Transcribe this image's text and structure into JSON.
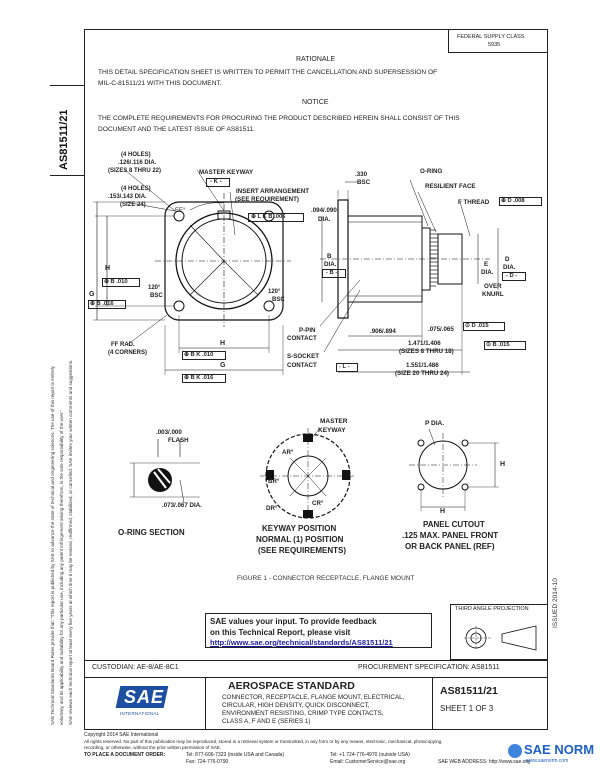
{
  "header": {
    "fed_class": "FEDERAL SUPPLY CLASS",
    "fed_class_num": "5935",
    "doc_id": "AS81511/21"
  },
  "rationale": {
    "title": "RATIONALE",
    "body": [
      "THIS DETAIL SPECIFICATION SHEET IS WRITTEN TO PERMIT THE CANCELLATION AND SUPERSESSION OF",
      "MIL-C-81511/21 WITH THIS DOCUMENT."
    ]
  },
  "notice": {
    "title": "NOTICE",
    "body": [
      "THE COMPLETE REQUIREMENTS FOR PROCURING THE PRODUCT DESCRIBED HEREIN SHALL CONSIST OF THIS",
      "DOCUMENT AND THE LATEST ISSUE OF AS81511."
    ]
  },
  "side_notes": {
    "left": [
      "SAE Technical Standards Board Rules provide that: \"This report is published by SAE to advance the state of technical and engineering sciences. The use of this report is entirely",
      "voluntary, and its applicability and suitability for any particular use, including any patent infringement arising therefrom, is the sole responsibility of the user.\"",
      "SAE reviews each technical report at least every five years at which time it may be revised, reaffirmed, stabilized, or cancelled. SAE invites your written comments and suggestions."
    ],
    "issued": "ISSUED 2014-10"
  },
  "drawing": {
    "main": {
      "holes_small": "(4 HOLES)",
      "holes_small_dia": ".126/.116 DIA.",
      "holes_small_sizes": "(SIZES 8 THRU 22)",
      "holes_large": "(4 HOLES)",
      "holes_large_dia": ".153/.143 DIA.",
      "holes_large_size": "(SIZE 24)",
      "master_keyway": "MASTER KEYWAY",
      "k_box": "- K -",
      "insert_arr": "INSERT ARRANGEMENT",
      "see_req": "(SEE REQUIREMENT)",
      "ee": "EE°",
      "tol_k": "⊕ L K B .006",
      "h": "H",
      "tol_b": "⊕ B .010",
      "g": "G",
      "tol_gb": "⊕ B .016",
      "angle_left": "120°",
      "bsc_left": "BSC",
      "angle_right": "120°",
      "bsc_right": "BSC",
      "ff_rad": "FF RAD.",
      "four_corners": "(4 CORNERS)",
      "h_bottom": "H",
      "tol_hbottom": "⊕ B K .010",
      "g_bottom": "G",
      "tol_gbottom": "⊕ B K .016"
    },
    "side": {
      "dim_330": ".330",
      "bsc": "BSC",
      "dim_094": ".094/.090",
      "dia": "DIA.",
      "o_ring": "O-RING",
      "resilient": "RESILIENT FACE",
      "f_thread": "F THREAD",
      "tol_f": "⊕ D .008",
      "b_dia": "B",
      "b_dia2": "DIA.",
      "b_box": "- B -",
      "e_dia": "E",
      "e_dia2": "DIA.",
      "d_dia": "D",
      "d_dia2": "DIA.",
      "d_box": "- D -",
      "over_knurl": "OVER",
      "knurl": "KNURL",
      "p_pin": "P-PIN",
      "contact1": "CONTACT",
      "s_socket": "S-SOCKET",
      "contact2": "CONTACT",
      "l_box": "- L -",
      "dim_906": ".906/.894",
      "dim_075": ".075/.065",
      "tol_d015": "⊙ D .015",
      "tol_b015": "⊙ B .015",
      "dim_1471": "1.471/1.406",
      "sizes_8_18": "(SIZES 8 THRU 18)",
      "dim_1551": "1.551/1.486",
      "size_20_24": "(SIZE 20 THRU 24)"
    },
    "oring": {
      "dim_003": ".003/.000",
      "flash": "FLASH",
      "dim_073": ".073/.067 DIA.",
      "title": "O-RING SECTION"
    },
    "keyway": {
      "master": "MASTER",
      "keyway": "KEYWAY",
      "ar": "AR°",
      "br": "BR°",
      "cr": "CR°",
      "dr": "DR°",
      "title1": "KEYWAY POSITION",
      "title2": "NORMAL (1) POSITION",
      "title3": "(SEE REQUIREMENTS)"
    },
    "cutout": {
      "p_dia": "P DIA.",
      "h_right": "H",
      "h_bottom": "H",
      "title1": "PANEL CUTOUT",
      "title2": ".125 MAX. PANEL FRONT",
      "title3": "OR BACK PANEL (REF)"
    },
    "figure_caption": "FIGURE 1 - CONNECTOR RECEPTACLE, FLANGE MOUNT"
  },
  "feedback": {
    "line1": "SAE values your input. To provide feedback",
    "line2": "on this Technical Report, please visit",
    "url": "http://www.sae.org/technical/standards/AS81511/21"
  },
  "projection": {
    "label": "THIRD ANGLE PROJECTION"
  },
  "title_block": {
    "custodian": "CUSTODIAN: AE-8/AE-8C1",
    "procurement": "PROCUREMENT SPECIFICATION: AS81511",
    "aerospace": "AEROSPACE STANDARD",
    "description": [
      "CONNECTOR, RECEPTACLE, FLANGE MOUNT, ELECTRICAL,",
      "CIRCULAR, HIGH DENSITY, QUICK DISCONNECT,",
      "ENVIRONMENT RESISTING, CRIMP TYPE CONTACTS,",
      "CLASS A, F AND E (SERIES 1)"
    ],
    "doc_id": "AS81511/21",
    "sheet": "SHEET 1 OF 3",
    "logo_text": "SAE",
    "logo_sub": "INTERNATIONAL"
  },
  "footer": {
    "copyright": "Copyright 2014 SAE International",
    "rights": "All rights reserved. No part of this publication may be reproduced, stored in a retrieval system or transmitted, in any form or by any means, electronic, mechanical, photocopying,",
    "rights2": "recording, or otherwise, without the prior written permission of SAE.",
    "order": "TO PLACE A DOCUMENT ORDER:",
    "tel1": "Tel: 877-606-7323 (inside USA and Canada)",
    "tel2": "Tel: +1 724-776-4970 (outside USA)",
    "fax": "Fax: 724-776-0790",
    "email": "Email: CustomerService@sae.org",
    "web": "SAE WEB ADDRESS: http://www.sae.org"
  },
  "watermark": {
    "text": "SAE NORM",
    "sub": "www.saenorm.com"
  }
}
